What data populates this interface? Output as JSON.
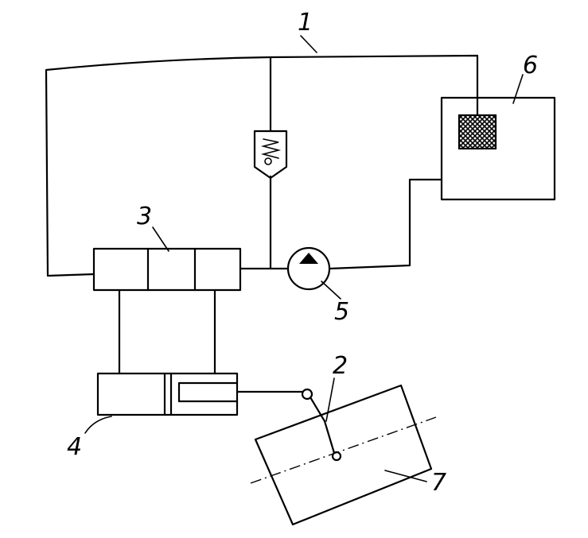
{
  "labels": {
    "line_1": "1",
    "rotor_2": "2",
    "valve_3": "3",
    "cylinder_4": "4",
    "pump_5": "5",
    "tank_6": "6",
    "body_7": "7"
  },
  "colors": {
    "ink": "#000000",
    "paper": "#ffffff"
  },
  "icons": {
    "filter": "cross-hatch-square",
    "relief_valve": "spring-zigzag",
    "pump": "circle-with-triangle"
  }
}
